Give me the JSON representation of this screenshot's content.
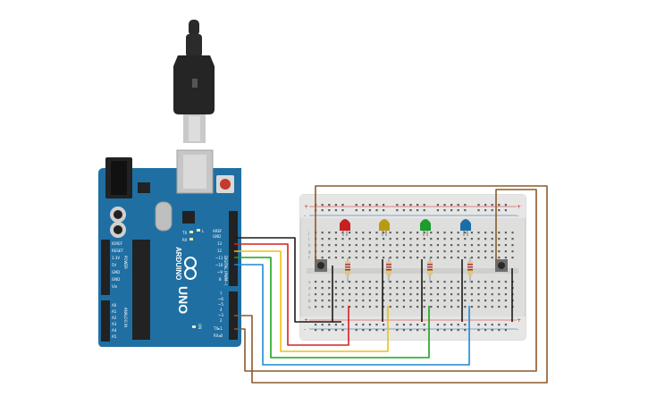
{
  "board": {
    "brand": "ARDUINO",
    "model": "UNO",
    "header_labels": [
      "AREF",
      "GND",
      "13",
      "12",
      "~11",
      "~10",
      "~9",
      "8"
    ],
    "digital_lower_labels": [
      "7",
      "~6",
      "~5",
      "4",
      "~3",
      "2",
      "TX▸1",
      "RX◂0"
    ],
    "digital_caption": "DIGITAL (PWM~)",
    "power_labels": [
      "IOREF",
      "RESET",
      "3.3V",
      "5V",
      "GND",
      "GND",
      "Vin"
    ],
    "power_caption": "POWER",
    "analog_labels": [
      "A0",
      "A1",
      "A2",
      "A3",
      "A4",
      "A5"
    ],
    "analog_caption": "ANALOG IN",
    "led_labels": [
      "L",
      "TX",
      "RX",
      "ON"
    ]
  },
  "breadboard": {
    "row_letters_top": [
      "j",
      "i",
      "h",
      "g",
      "f"
    ],
    "row_letters_bottom": [
      "e",
      "d",
      "c",
      "b",
      "a"
    ],
    "plus": "+",
    "minus": "-"
  },
  "colors": {
    "board": "#1f6fa3",
    "breadboard": "#dededc",
    "wire_black": "#1a1a1a",
    "wire_red": "#d42222",
    "wire_yellow": "#e8c21a",
    "wire_green": "#1aa31a",
    "wire_blue": "#1e88d4",
    "wire_brown": "#8b5a2b",
    "led_red": "#c62020",
    "led_yellow": "#b89b12",
    "led_green": "#1b9c2c",
    "led_blue": "#1a6ea8"
  },
  "components": {
    "leds": [
      "red",
      "yellow",
      "green",
      "blue"
    ],
    "buttons": 2,
    "resistors": 4
  }
}
